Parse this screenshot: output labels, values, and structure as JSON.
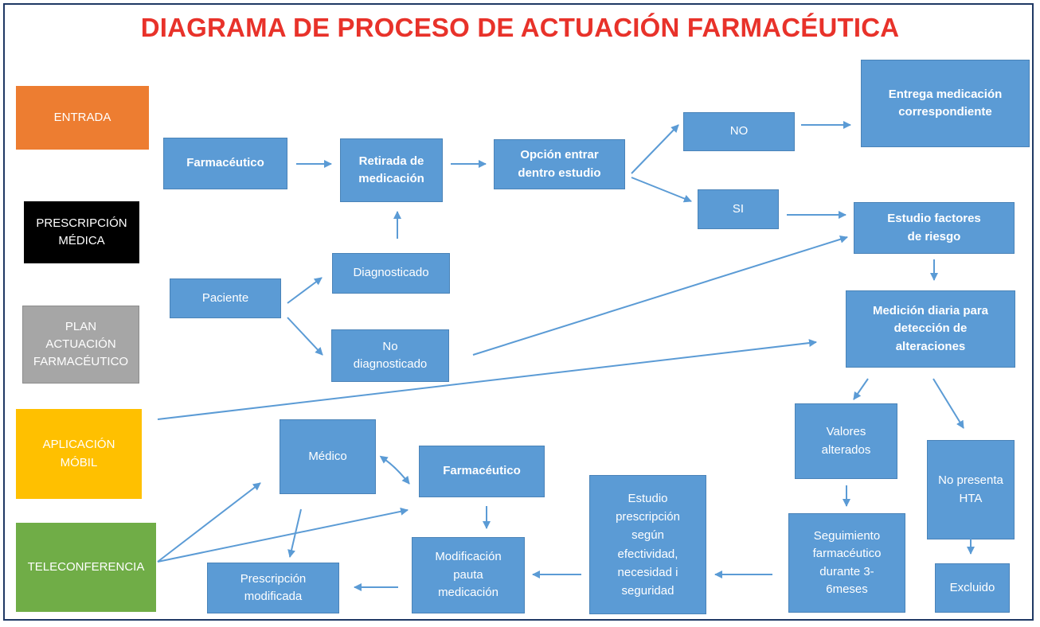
{
  "title": "DIAGRAMA DE PROCESO DE ACTUACIÓN FARMACÉUTICA",
  "colors": {
    "title": "#e8322a",
    "process_box": "#5b9bd5",
    "arrow": "#5b9bd5",
    "entrada": "#ed7d31",
    "prescripcion": "#000000",
    "plan": "#a6a6a6",
    "aplicacion": "#ffc000",
    "teleconferencia": "#70ad47"
  },
  "legend": {
    "entrada": "ENTRADA",
    "prescripcion": "PRESCRIPCIÓN\nMÉDICA",
    "plan": "PLAN\nACTUACIÓN\nFARMACÉUTICO",
    "aplicacion": "APLICACIÓN\nMÓBIL",
    "teleconferencia": "TELECONFERENCIA"
  },
  "nodes": {
    "farmaceutico1": "Farmacéutico",
    "retirada": "Retirada de\nmedicación",
    "opcion": "Opción entrar\ndentro estudio",
    "no": "NO",
    "entrega": "Entrega  medicación\ncorrespondiente",
    "si": "SI",
    "estudio_factores": "Estudio factores\nde riesgo",
    "paciente": "Paciente",
    "diagnosticado": "Diagnosticado",
    "no_diagnosticado": "No\ndiagnosticado",
    "medicion": "Medición diaria para\ndetección de\nalteraciones",
    "valores": "Valores\nalterados",
    "no_presenta": "No presenta\nHTA",
    "medico": "Médico",
    "farmaceutico2": "Farmacéutico",
    "estudio_prescripcion": "Estudio\nprescripción\nsegún\nefectividad,\nnecesidad i\nseguridad",
    "seguimiento": "Seguimiento\nfarmacéutico\ndurante 3-\n6meses",
    "excluido": "Excluido",
    "modificacion": "Modificación\npauta\nmedicación",
    "prescripcion_modificada": "Prescripción\nmodificada"
  }
}
